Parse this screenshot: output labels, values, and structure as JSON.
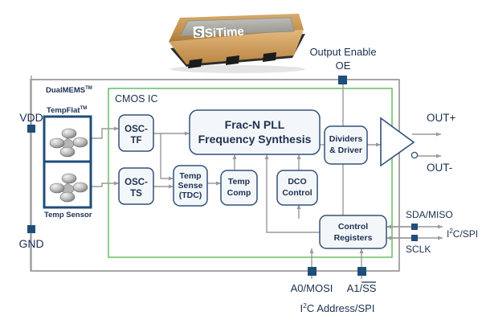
{
  "figure": {
    "title": "SiTime MEMS oscillator block diagram",
    "colors": {
      "outer_frame": "#a6a6a6",
      "cmos_frame": "#5cb85c",
      "block_stroke": "#33527a",
      "block_fill": "#f4f7fa",
      "pin_square": "#1f4e79",
      "wire": "#9a9a9a",
      "text": "#1b3050",
      "mems_box_stroke": "#1f4e79"
    }
  },
  "product_image": {
    "name": "sitime-oscillator-package",
    "logo_text": "SiTime"
  },
  "frames": {
    "outer": {
      "label": "DualMEMS",
      "superscript": "TM"
    },
    "inner": {
      "label": "CMOS IC"
    }
  },
  "mems": {
    "top_label": "TempFlat",
    "top_superscript": "TM",
    "bottom_label": "Temp Sensor"
  },
  "blocks": [
    {
      "id": "osc_tf",
      "name": "osc-tf-block",
      "lines": [
        "OSC-",
        "TF"
      ]
    },
    {
      "id": "osc_ts",
      "name": "osc-ts-block",
      "lines": [
        "OSC-",
        "TS"
      ]
    },
    {
      "id": "pll",
      "name": "frac-n-pll-block",
      "lines": [
        "Frac-N PLL",
        "Frequency Synthesis"
      ]
    },
    {
      "id": "temp_sense",
      "name": "temp-sense-tdc-block",
      "lines": [
        "Temp",
        "Sense",
        "(TDC)"
      ]
    },
    {
      "id": "temp_comp",
      "name": "temp-comp-block",
      "lines": [
        "Temp",
        "Comp"
      ]
    },
    {
      "id": "dco",
      "name": "dco-control-block",
      "lines": [
        "DCO",
        "Control"
      ]
    },
    {
      "id": "dividers",
      "name": "dividers-driver-block",
      "lines": [
        "Dividers",
        "& Driver"
      ]
    },
    {
      "id": "ctrl_reg",
      "name": "control-registers-block",
      "lines": [
        "Control",
        "Registers"
      ]
    }
  ],
  "pins": {
    "vdd": "VDD",
    "gnd": "GND",
    "oe_name": "Output Enable",
    "oe_short": "OE",
    "out_plus": "OUT+",
    "out_minus": "OUT-",
    "sda_miso": "SDA/MISO",
    "sclk": "SCLK",
    "i2c_spi": "I2C/SPI",
    "i2c_spi_sup": "2",
    "i2c_spi_pre": "I",
    "i2c_spi_post": "C/SPI",
    "a0_mosi": "A0/MOSI",
    "a1_ss_pre": "A1/",
    "a1_ss_bar": "SS",
    "bottom_caption_pre": "I",
    "bottom_caption_sup": "2",
    "bottom_caption_post": "C Address/SPI"
  }
}
